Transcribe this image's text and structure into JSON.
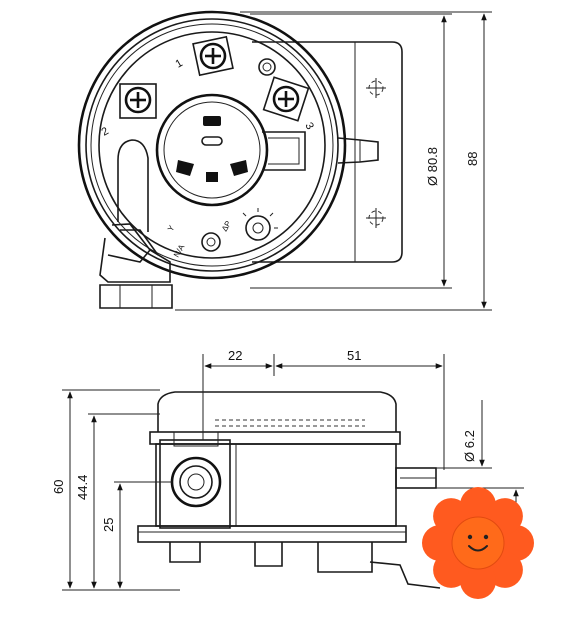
{
  "top_view": {
    "terminal_labels": [
      "1",
      "2",
      "3"
    ],
    "dimensions": {
      "outer_diameter": "Ø  80.8",
      "overall_height": "88"
    },
    "markings": {
      "m1": "ΔP",
      "m2": "N/A",
      "m3": "Y"
    }
  },
  "side_view": {
    "dimensions": {
      "offset_left": "22",
      "offset_right": "51",
      "total_height": "60",
      "body_height": "44.4",
      "port_height": "25",
      "nozzle_diameter": "Ø  6.2"
    }
  },
  "sticker": {
    "icon": "smiling-flower-icon",
    "petal_color": "#ff5a1f",
    "center_color": "#ff6a1a"
  }
}
